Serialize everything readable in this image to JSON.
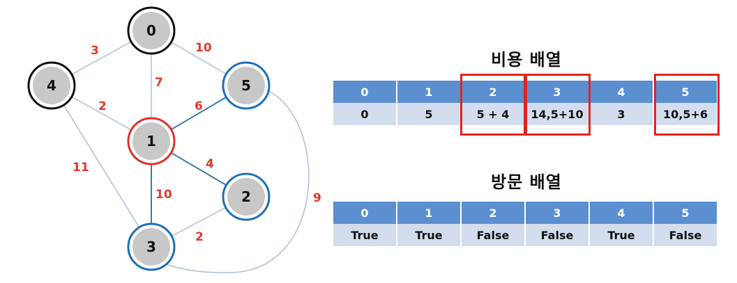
{
  "graph": {
    "nodes": [
      {
        "id": "0",
        "label": "0"
      },
      {
        "id": "1",
        "label": "1"
      },
      {
        "id": "2",
        "label": "2"
      },
      {
        "id": "3",
        "label": "3"
      },
      {
        "id": "4",
        "label": "4"
      },
      {
        "id": "5",
        "label": "5"
      }
    ],
    "edges": [
      {
        "from": "0",
        "to": "4",
        "weight": "3"
      },
      {
        "from": "0",
        "to": "5",
        "weight": "10"
      },
      {
        "from": "0",
        "to": "1",
        "weight": "7"
      },
      {
        "from": "4",
        "to": "1",
        "weight": "2"
      },
      {
        "from": "1",
        "to": "5",
        "weight": "6"
      },
      {
        "from": "1",
        "to": "2",
        "weight": "4"
      },
      {
        "from": "4",
        "to": "3",
        "weight": "11"
      },
      {
        "from": "1",
        "to": "3",
        "weight": "10"
      },
      {
        "from": "2",
        "to": "3",
        "weight": "2"
      },
      {
        "from": "5",
        "to": "3",
        "weight": "9"
      }
    ],
    "colors": {
      "visited_border": "#e0302a",
      "frontier_border": "#1d6fb8",
      "default_border": "#111111",
      "node_fill": "#c8c8c8",
      "weight_text": "#e03a2f",
      "light_edge": "#aebfd6",
      "selected_edge": "#3d78a8"
    }
  },
  "cost_array": {
    "title": "비용 배열",
    "indices": [
      "0",
      "1",
      "2",
      "3",
      "4",
      "5"
    ],
    "values": [
      "0",
      "5",
      "5 + 4",
      "14,5+10",
      "3",
      "10,5+6"
    ]
  },
  "visit_array": {
    "title": "방문 배열",
    "indices": [
      "0",
      "1",
      "2",
      "3",
      "4",
      "5"
    ],
    "values": [
      "True",
      "True",
      "False",
      "False",
      "True",
      "False"
    ]
  }
}
